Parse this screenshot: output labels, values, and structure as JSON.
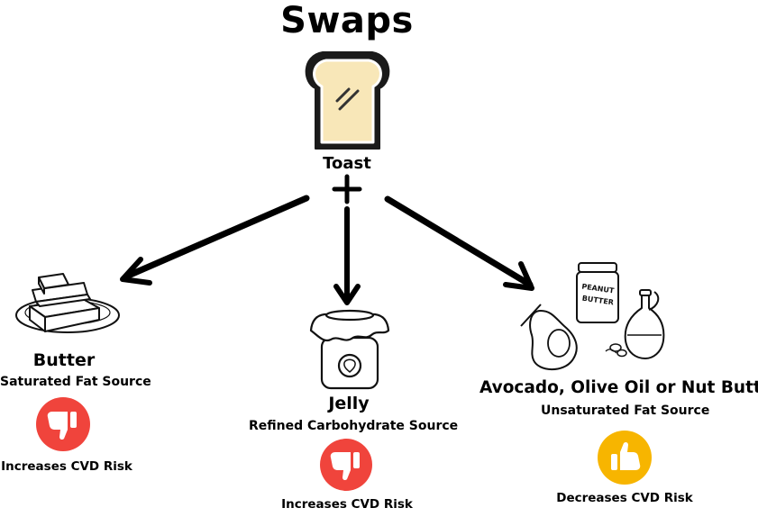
{
  "title": "Swaps",
  "center": {
    "label": "Toast",
    "plus_icon": "plus-icon",
    "icon": "toast-icon"
  },
  "branches": [
    {
      "name": "Butter",
      "source": "Saturated Fat Source",
      "risk": "Increases CVD Risk",
      "verdict_icon": "thumbs-down-icon",
      "verdict_color": "#f0443c"
    },
    {
      "name": "Jelly",
      "source": "Refined Carbohydrate Source",
      "risk": "Increases CVD Risk",
      "verdict_icon": "thumbs-down-icon",
      "verdict_color": "#f0443c"
    },
    {
      "name": "Avocado, Olive Oil or Nut Butter",
      "source": "Unsaturated Fat Source",
      "risk": "Decreases CVD Risk",
      "verdict_icon": "thumbs-up-icon",
      "verdict_color": "#f7b500"
    }
  ],
  "peanut_butter_jar_label": [
    "PEANUT",
    "BUTTER"
  ],
  "colors": {
    "toast_crust": "#1a1a1a",
    "toast_bread": "#f8e7b8",
    "arrow": "#000000"
  }
}
